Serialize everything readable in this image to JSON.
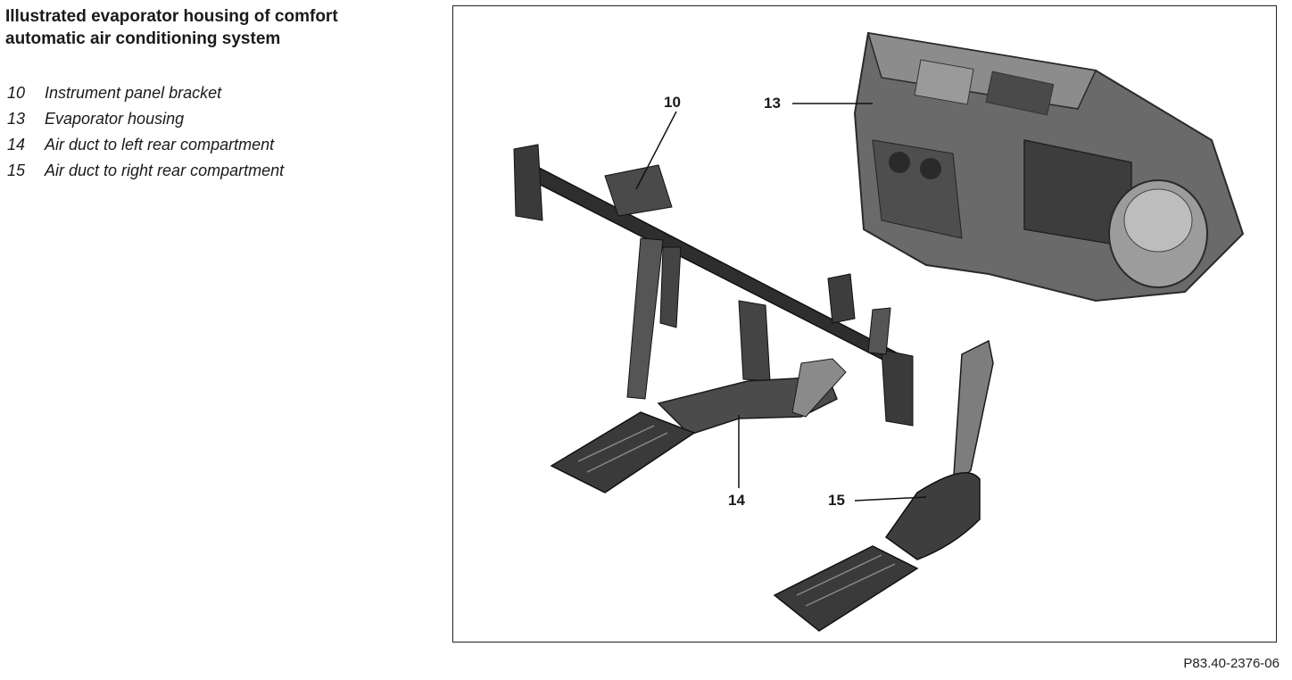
{
  "title_line1": "Illustrated evaporator housing of comfort",
  "title_line2": "automatic air conditioning system",
  "legend": [
    {
      "num": "10",
      "label": "Instrument panel bracket"
    },
    {
      "num": "13",
      "label": "Evaporator housing"
    },
    {
      "num": "14",
      "label": "Air duct to left rear compartment"
    },
    {
      "num": "15",
      "label": "Air duct to right rear compartment"
    }
  ],
  "callouts": {
    "c10": "10",
    "c13": "13",
    "c14": "14",
    "c15": "15"
  },
  "figure_code": "P83.40-2376-06",
  "colors": {
    "part_dark": "#3a3a3a",
    "part_mid": "#5a5a5a",
    "part_light": "#8c8c8c",
    "frame": "#222222"
  }
}
